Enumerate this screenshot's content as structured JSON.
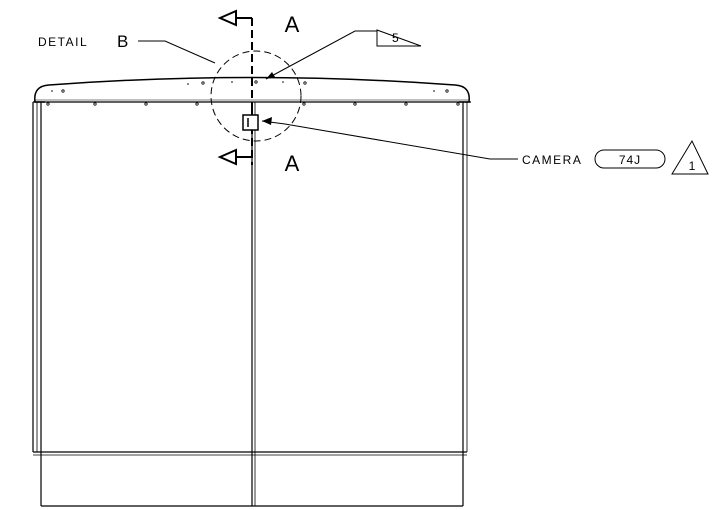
{
  "drawing": {
    "detail_label": "DETAIL",
    "detail_letter": "B",
    "section_letter_top": "A",
    "section_letter_bottom": "A",
    "callout_note_5": "5",
    "camera_label": "CAMERA",
    "camera_ref": "74J",
    "callout_note_1": "1"
  }
}
